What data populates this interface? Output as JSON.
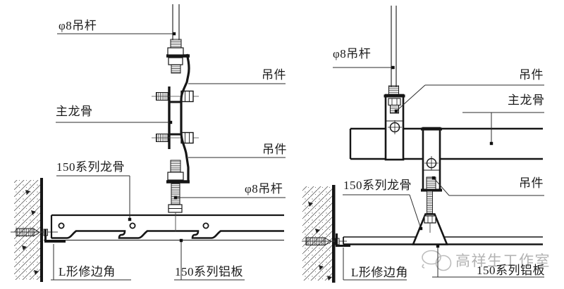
{
  "drawing": {
    "left_view": {
      "labels": {
        "rod_top": "φ8吊杆",
        "hanger_top": "吊件",
        "main_runner": "主龙骨",
        "hanger_bottom": "吊件",
        "series_runner": "150系列龙骨",
        "rod_bottom": "φ8吊杆",
        "trim_angle": "L形修边角",
        "alu_panel": "150系列铝板"
      }
    },
    "right_view": {
      "labels": {
        "rod": "φ8吊杆",
        "hanger_top": "吊件",
        "main_runner": "主龙骨",
        "series_runner": "150系列龙骨",
        "hanger_bottom": "吊件",
        "trim_angle": "L形修边角",
        "alu_panel": "150系列铝板"
      }
    }
  },
  "watermark": {
    "text": "高祥生工作室"
  },
  "colors": {
    "line": "#161616",
    "leader": "#2b2b2b",
    "background": "#ffffff",
    "watermark_gray": "#b3b3b3"
  }
}
